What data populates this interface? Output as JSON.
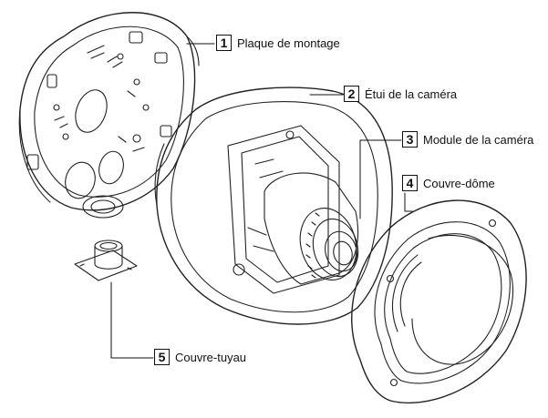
{
  "parts": [
    {
      "number": "1",
      "label": "Plaque de montage"
    },
    {
      "number": "2",
      "label": "Étui de la caméra"
    },
    {
      "number": "3",
      "label": "Module de la caméra"
    },
    {
      "number": "4",
      "label": "Couvre-dôme"
    },
    {
      "number": "5",
      "label": "Couvre-tuyau"
    }
  ],
  "colors": {
    "line": "#111111",
    "background": "#ffffff"
  }
}
